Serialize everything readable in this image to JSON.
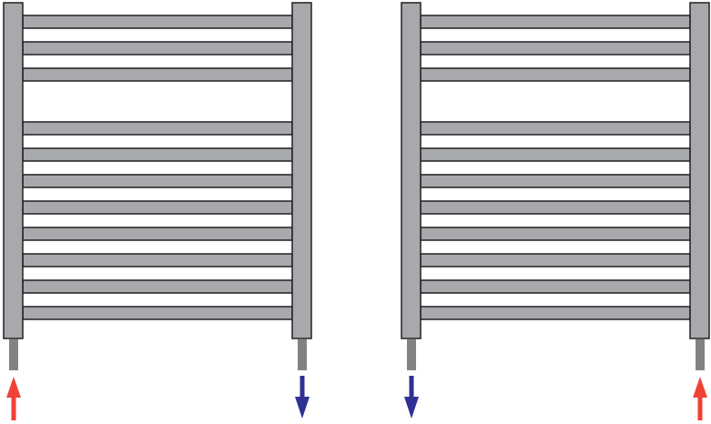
{
  "colors": {
    "radiator_fill": "#a7a9ac",
    "outline": "#231f20",
    "pipe": "#808285",
    "flow_in": "#ef4136",
    "flow_out": "#2e3192"
  },
  "radiators": [
    {
      "name": "radiator-left",
      "bar_count": 11,
      "left_pipe_flow": "in",
      "right_pipe_flow": "out"
    },
    {
      "name": "radiator-right",
      "bar_count": 11,
      "left_pipe_flow": "out",
      "right_pipe_flow": "in"
    }
  ]
}
